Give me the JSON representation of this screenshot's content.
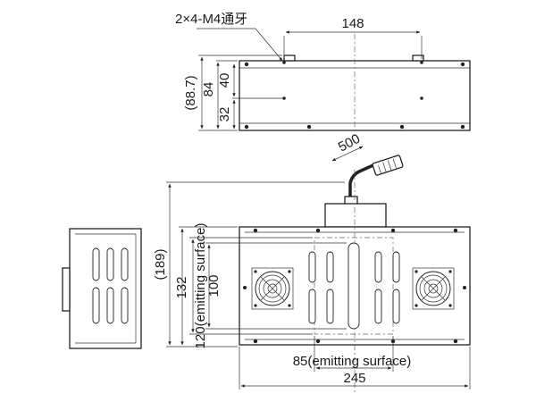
{
  "top_view": {
    "thread_callout": "2×4-M4通牙",
    "dim_width": "148",
    "dim_height_total": "(88.7)",
    "dim_height_84": "84",
    "dim_40": "40",
    "dim_32": "32"
  },
  "front_view": {
    "dim_cable": "500",
    "dim_total_height": "(189)",
    "dim_132": "132",
    "dim_emit_height": "120(emitting surface)",
    "dim_100": "100",
    "dim_emit_width": "85(emitting surface)",
    "dim_width": "245"
  },
  "colors": {
    "line": "#222222",
    "background": "#ffffff"
  }
}
